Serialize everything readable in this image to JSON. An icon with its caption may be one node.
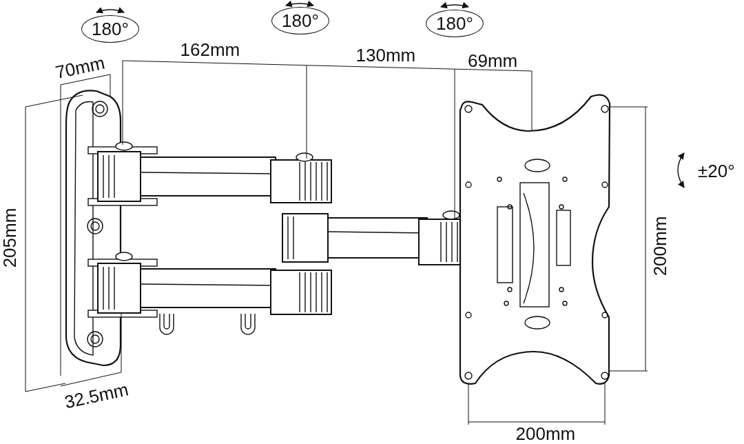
{
  "diagram": {
    "labels": [
      "180°",
      "180°",
      "180°",
      "70mm",
      "162mm",
      "130mm",
      "69mm",
      "±20°",
      "205mm",
      "200mm",
      "32.5mm",
      "200mm"
    ]
  }
}
